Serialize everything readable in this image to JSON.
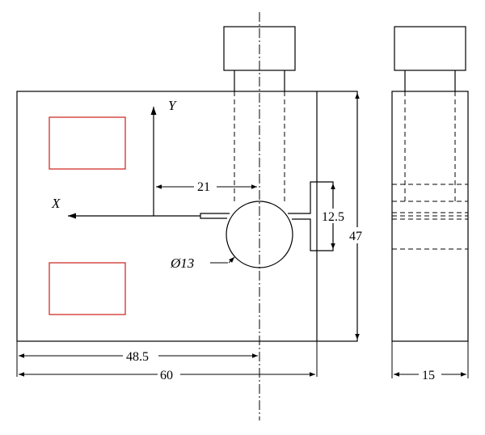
{
  "axes": {
    "x_label": "X",
    "y_label": "Y"
  },
  "dimensions": {
    "offset_to_hole": "21",
    "slot_width": "12.5",
    "height": "47",
    "hole_diameter": "Ø13",
    "hole_to_left_edge": "48.5",
    "total_length": "60",
    "side_thickness": "15"
  },
  "colors": {
    "line": "#000000",
    "pads": "#d0302a"
  }
}
